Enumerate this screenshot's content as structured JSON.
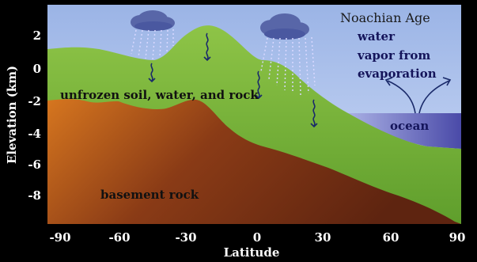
{
  "title": "Noachian Age",
  "y_axis": {
    "label": "Elevation (km)",
    "ticks": [
      {
        "value": 2,
        "label": "2"
      },
      {
        "value": 0,
        "label": "0"
      },
      {
        "value": -2,
        "label": "-2"
      },
      {
        "value": -4,
        "label": "-4"
      },
      {
        "value": -6,
        "label": "-6"
      },
      {
        "value": -8,
        "label": "-8"
      }
    ]
  },
  "x_axis": {
    "label": "Latitude",
    "ticks": [
      {
        "value": -90,
        "label": "-90"
      },
      {
        "value": -60,
        "label": "-60"
      },
      {
        "value": -30,
        "label": "-30"
      },
      {
        "value": 0,
        "label": "0"
      },
      {
        "value": 30,
        "label": "30"
      },
      {
        "value": 60,
        "label": "60"
      },
      {
        "value": 90,
        "label": "90"
      }
    ]
  },
  "labels": {
    "soil": "unfrozen soil, water, and rock",
    "basement": "basement rock",
    "ocean": "ocean",
    "vapor_line1": "water",
    "vapor_line2": "vapor from",
    "vapor_line3": "evaporation"
  },
  "colors": {
    "sky": "#b2c6ec",
    "soil": "#7ab53a",
    "basement_dark": "#6b2a12",
    "basement_light": "#d3731e",
    "ocean": "#5a58b8",
    "cloud": "#5866a8",
    "text_navy": "#14145a"
  },
  "icons": [
    "cloud-icon",
    "rain-icon",
    "infiltration-arrow-icon",
    "evaporation-arrow-icon"
  ]
}
